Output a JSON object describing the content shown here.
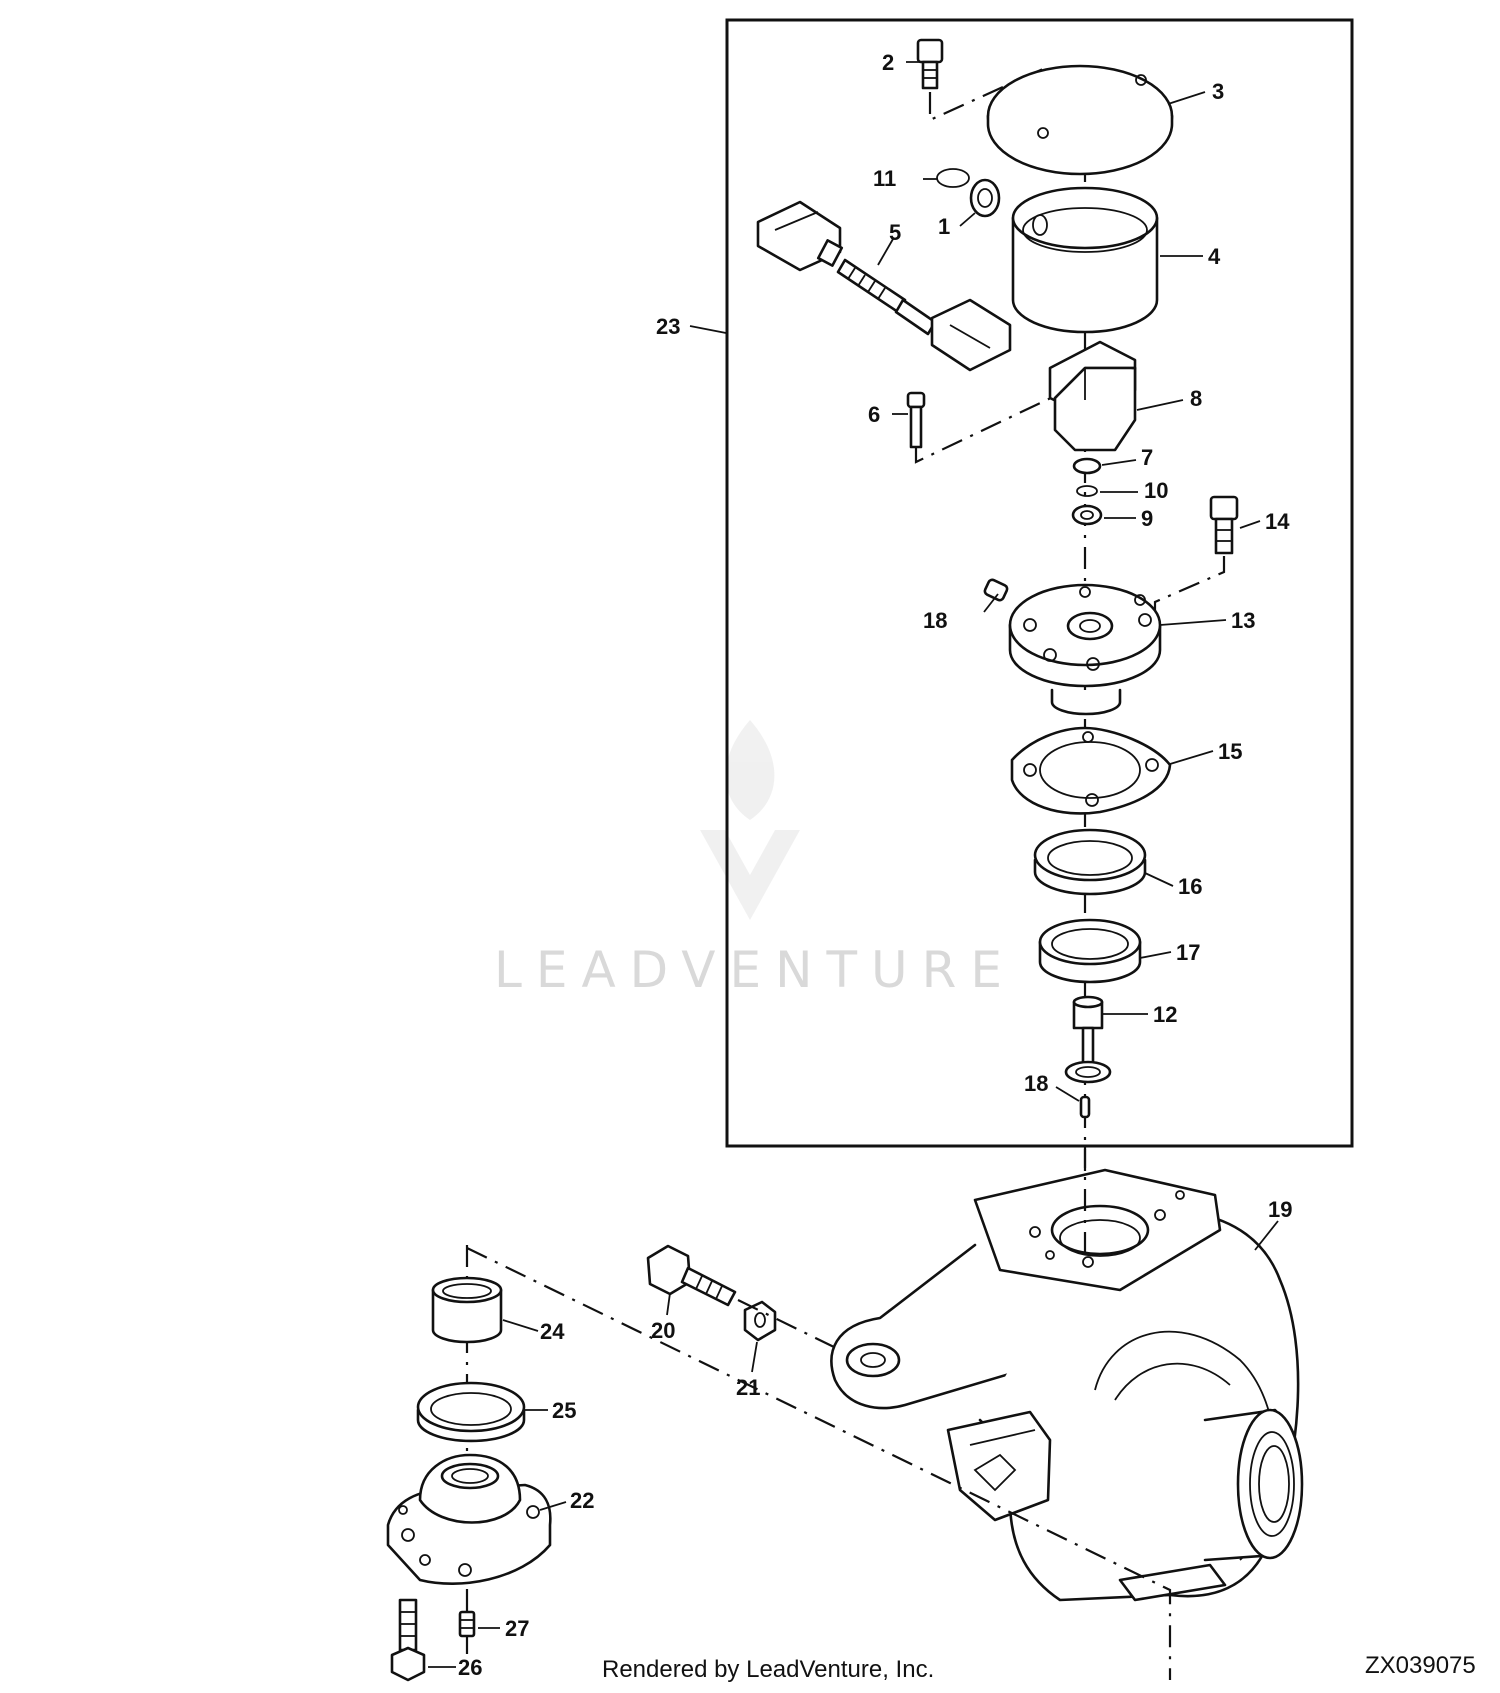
{
  "labels": {
    "l1": "1",
    "l2": "2",
    "l3": "3",
    "l4": "4",
    "l5": "5",
    "l6": "6",
    "l7": "7",
    "l8": "8",
    "l9": "9",
    "l10": "10",
    "l11": "11",
    "l12": "12",
    "l13": "13",
    "l14": "14",
    "l15": "15",
    "l16": "16",
    "l17": "17",
    "l18a": "18",
    "l18b": "18",
    "l19": "19",
    "l20": "20",
    "l21": "21",
    "l22": "22",
    "l23": "23",
    "l24": "24",
    "l25": "25",
    "l26": "26",
    "l27": "27"
  },
  "watermark": "LEADVENTURE",
  "footer": "Rendered by LeadVenture, Inc.",
  "drawing_code": "ZX039075"
}
